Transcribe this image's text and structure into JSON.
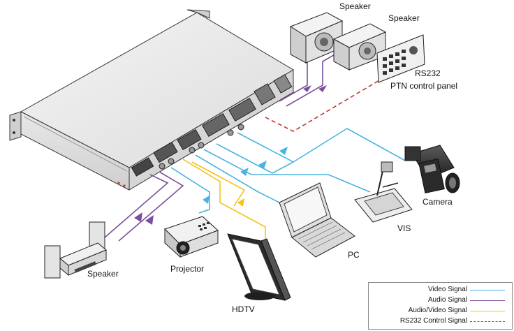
{
  "labels": {
    "speaker_top1": "Speaker",
    "speaker_top2": "Speaker",
    "rs232": "RS232",
    "ptn": "PTN control panel",
    "camera": "Camera",
    "vis": "VIS",
    "pc": "PC",
    "speaker_left": "Speaker",
    "projector": "Projector",
    "hdtv": "HDTV"
  },
  "legend": [
    {
      "label": "Video Signal",
      "color": "#4ab3e0",
      "style": "solid"
    },
    {
      "label": "Audio Signal",
      "color": "#7a4f9c",
      "style": "solid"
    },
    {
      "label": "Audio/Video Signal",
      "color": "#f0c419",
      "style": "solid"
    },
    {
      "label": "RS232 Control Signal",
      "color": "#c0392b",
      "style": "dashed"
    }
  ]
}
